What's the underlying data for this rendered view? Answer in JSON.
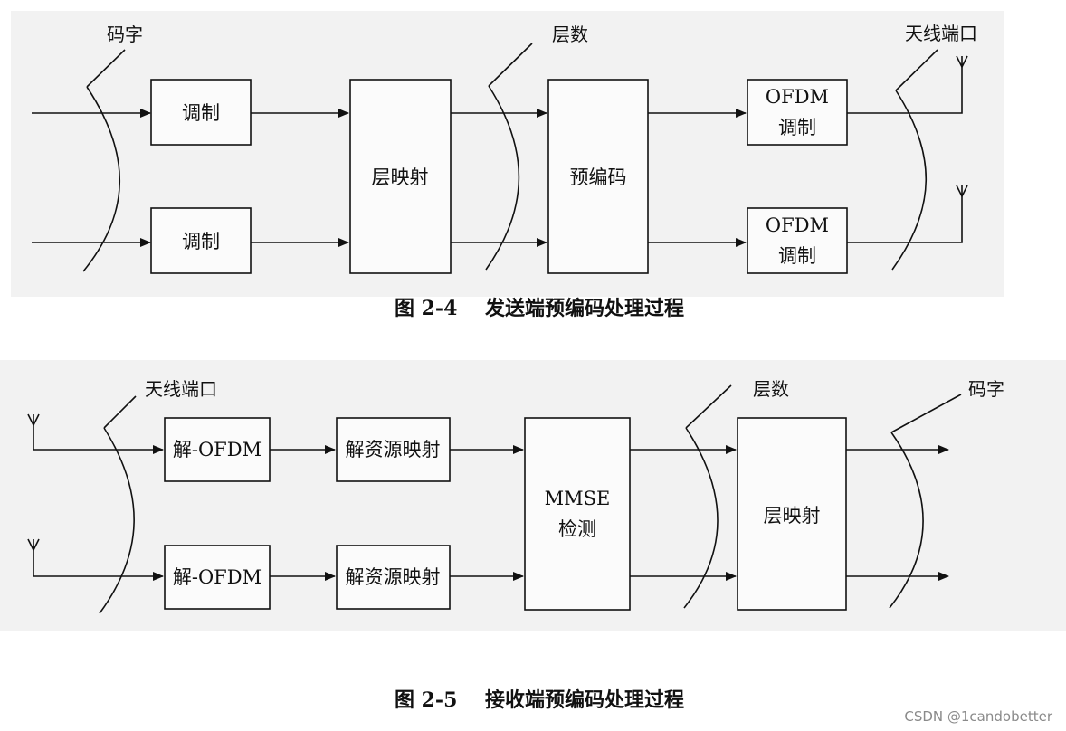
{
  "fig4": {
    "codeword_label": "码字",
    "layers_label": "层数",
    "antenna_label": "天线端口",
    "modulation_1": "调制",
    "modulation_2": "调制",
    "layer_mapping": "层映射",
    "precoding": "预编码",
    "ofdm_1_line1": "OFDM",
    "ofdm_1_line2": "调制",
    "ofdm_2_line1": "OFDM",
    "ofdm_2_line2": "调制",
    "caption": "图 2-4    发送端预编码处理过程"
  },
  "fig5": {
    "antenna_label": "天线端口",
    "layers_label": "层数",
    "codeword_label": "码字",
    "de_ofdm_1": "解-OFDM",
    "de_ofdm_2": "解-OFDM",
    "de_resource_1": "解资源映射",
    "de_resource_2": "解资源映射",
    "mmse_line1": "MMSE",
    "mmse_line2": "检测",
    "layer_mapping": "层映射",
    "caption": "图 2-5    接收端预编码处理过程"
  },
  "watermark": "CSDN @1candobetter"
}
